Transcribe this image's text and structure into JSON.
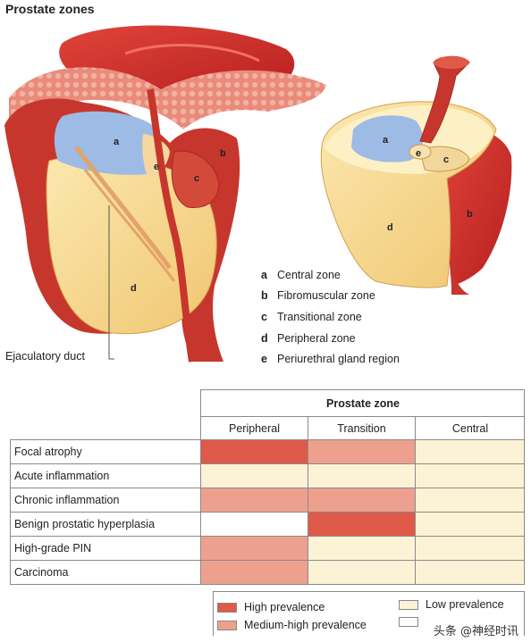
{
  "title": "Prostate zones",
  "zone_labels": {
    "a": "a",
    "b": "b",
    "c": "c",
    "d": "d",
    "e": "e"
  },
  "legend": [
    {
      "key": "a",
      "text": "Central zone"
    },
    {
      "key": "b",
      "text": "Fibromuscular zone"
    },
    {
      "key": "c",
      "text": "Transitional zone"
    },
    {
      "key": "d",
      "text": "Peripheral zone"
    },
    {
      "key": "e",
      "text": "Periurethral gland region"
    }
  ],
  "duct_label": "Ejaculatory duct",
  "table": {
    "group_header": "Prostate zone",
    "columns": [
      "Peripheral",
      "Transition",
      "Central"
    ],
    "rows": [
      {
        "label": "Focal atrophy",
        "levels": [
          "high",
          "medium-high",
          "low"
        ]
      },
      {
        "label": "Acute inflammation",
        "levels": [
          "low",
          "low",
          "low"
        ]
      },
      {
        "label": "Chronic inflammation",
        "levels": [
          "medium-high",
          "medium-high",
          "low"
        ]
      },
      {
        "label": "Benign prostatic hyperplasia",
        "levels": [
          "none",
          "high",
          "low"
        ]
      },
      {
        "label": "High-grade PIN",
        "levels": [
          "medium-high",
          "low",
          "low"
        ]
      },
      {
        "label": "Carcinoma",
        "levels": [
          "medium-high",
          "low",
          "low"
        ]
      }
    ]
  },
  "prevalence_legend": [
    {
      "level": "high",
      "text": "High prevalence"
    },
    {
      "level": "medium-high",
      "text": "Medium-high prevalence"
    },
    {
      "level": "low",
      "text": "Low prevalence"
    },
    {
      "level": "none",
      "text": ""
    }
  ],
  "colors": {
    "high": "#df5a48",
    "medium-high": "#eea08e",
    "low": "#fcf3d6",
    "none": "#ffffff"
  },
  "watermark": "头条 @神经时讯"
}
